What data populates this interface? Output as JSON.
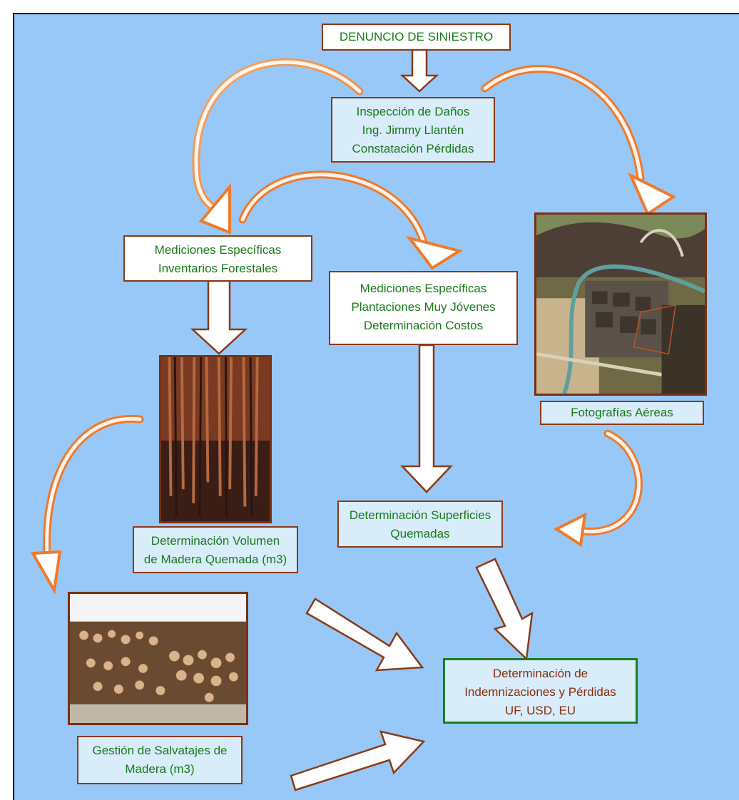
{
  "diagram": {
    "start": {
      "line1": "DENUNCIO DE SINIESTRO"
    },
    "inspection": {
      "line1": "Inspección de Daños",
      "line2": "Ing. Jimmy Llantén",
      "line3": "Constatación Pérdidas"
    },
    "measure_inventory": {
      "line1": "Mediciones Específicas",
      "line2": "Inventarios Forestales"
    },
    "measure_young": {
      "line1": "Mediciones Específicas",
      "line2": "Plantaciones Muy Jóvenes",
      "line3": "Determinación Costos"
    },
    "aerial_photos": {
      "line1": "Fotografías Aéreas"
    },
    "burned_volume": {
      "line1": "Determinación Volumen",
      "line2": "de Madera Quemada (m3)"
    },
    "burned_area": {
      "line1": "Determinación Superficies",
      "line2": "Quemadas"
    },
    "salvage": {
      "line1": "Gestión de Salvatajes de",
      "line2": "Madera (m3)"
    },
    "compensation": {
      "line1": "Determinación de",
      "line2": "Indemnizaciones y Pérdidas",
      "line3": "UF, USD, EU"
    }
  },
  "colors": {
    "background": "#97c8f7",
    "box_border": "#8a3a16",
    "green_text": "#1a7a1a",
    "brown_text": "#8b2d0c",
    "curved_arrow": "#f07a2a",
    "final_border": "#1a7a2a"
  },
  "images": {
    "aerial": "aerial-photo-of-burned-plantation",
    "forest": "burned-forest-photo",
    "logs": "stacked-timber-logs-photo"
  }
}
